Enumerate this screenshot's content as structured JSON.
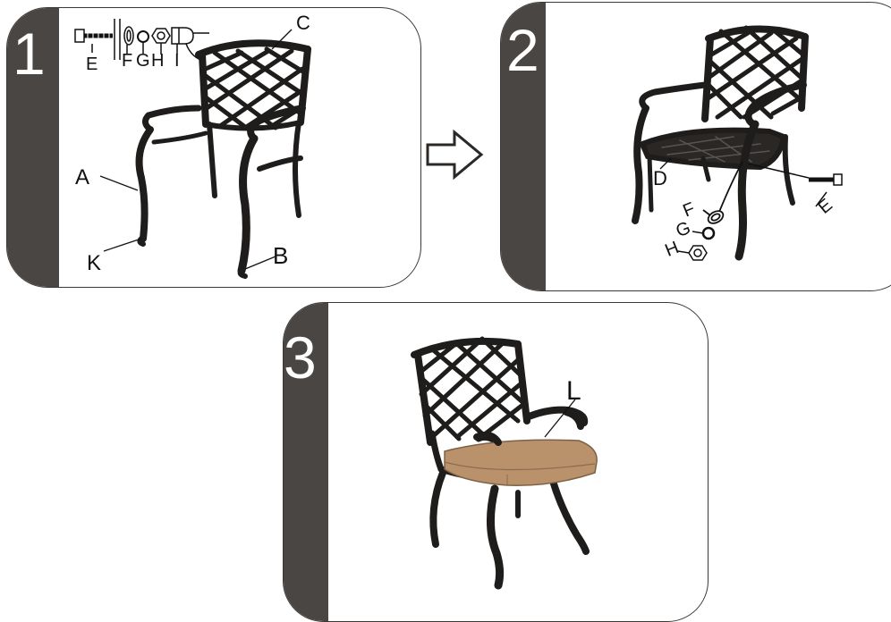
{
  "steps": [
    {
      "number": "1",
      "labels": {
        "C": "C",
        "E": "E",
        "F": "F",
        "G": "G",
        "H": "H",
        "I": "I",
        "A": "A",
        "K": "K",
        "B": "B"
      }
    },
    {
      "number": "2",
      "labels": {
        "D": "D",
        "F": "F",
        "G": "G",
        "H": "H",
        "E": "E"
      }
    },
    {
      "number": "3",
      "labels": {
        "L": "L"
      }
    }
  ],
  "colors": {
    "band": "#4a4643",
    "chair": "#1f1d1b",
    "cushion": "#b9916b",
    "border": "#3b3835"
  },
  "icons": [
    "arrow-right-icon"
  ]
}
